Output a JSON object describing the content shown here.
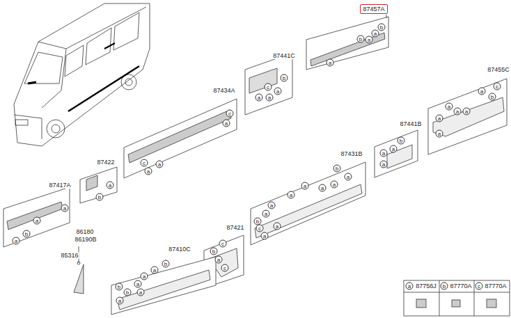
{
  "diagram": {
    "nodes": [
      {
        "text": [
          "87457A"
        ]
      }
    ],
    "labels": [
      "87441C",
      "87434A",
      "87455C",
      "87441B",
      "87431B",
      "87422",
      "87417A",
      "86180",
      "86190B",
      "85316",
      "87421",
      "87410C",
      "b",
      "a",
      "a",
      "b",
      "a",
      "b",
      "c",
      "a",
      "a",
      "a",
      "c",
      "a",
      "c",
      "a",
      "a",
      "c",
      "a",
      "b",
      "a",
      "a",
      "a",
      "a",
      "a",
      "b",
      "a",
      "a",
      "a",
      "b",
      "a",
      "a",
      "a",
      "a",
      "a",
      "a",
      "a",
      "b",
      "c",
      "a",
      "a",
      "a",
      "b",
      "a",
      "a",
      "b",
      "a",
      "b",
      "c",
      "a",
      "c",
      "b",
      "a",
      "a",
      "a",
      "a",
      "b",
      "b",
      "a",
      "a",
      "87756J",
      "b",
      "87770A",
      "c",
      "87770A"
    ]
  }
}
